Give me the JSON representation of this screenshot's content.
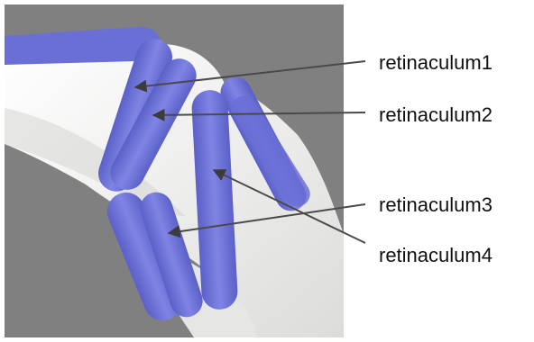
{
  "figure": {
    "labels": [
      {
        "id": "r1",
        "text": "retinaculum1"
      },
      {
        "id": "r2",
        "text": "retinaculum2"
      },
      {
        "id": "r3",
        "text": "retinaculum3"
      },
      {
        "id": "r4",
        "text": "retinaculum4"
      }
    ],
    "colors": {
      "background": "#808080",
      "bone": "#f2f2f0",
      "retinaculum": "#6f74d8",
      "leader": "#4a4a4a"
    }
  }
}
